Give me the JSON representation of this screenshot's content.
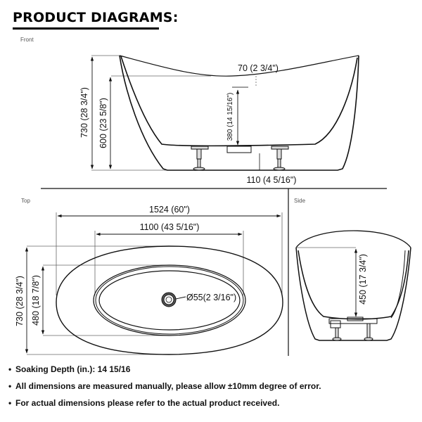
{
  "title": "PRODUCT DIAGRAMS:",
  "views": {
    "front": {
      "label": "Front",
      "dims": {
        "overall_height": "730 (28 3/4\")",
        "rim_height": "600 (23 5/8\")",
        "rim_dip": "70 (2 3/4\")",
        "water_depth": "380 (14 15/16\")",
        "base_clearance": "110 (4 5/16\")"
      }
    },
    "top": {
      "label": "Top",
      "dims": {
        "overall_length": "1524 (60\")",
        "inner_length": "1100 (43 5/16\")",
        "overall_width": "730 (28 3/4\")",
        "inner_width": "480 (18 7/8\")",
        "drain_diameter": "Ø55(2 3/16\")"
      }
    },
    "side": {
      "label": "Side",
      "dims": {
        "inner_depth": "450 (17 3/4\")"
      }
    }
  },
  "notes": {
    "bullet": "•",
    "items": [
      "Soaking Depth (in.): 14 15/16",
      "All dimensions are measured manually, please allow ±10mm degree of error.",
      "For actual dimensions please refer to the actual product received."
    ]
  },
  "colors": {
    "line": "#111111",
    "dim_line": "#444444",
    "background": "#ffffff"
  }
}
